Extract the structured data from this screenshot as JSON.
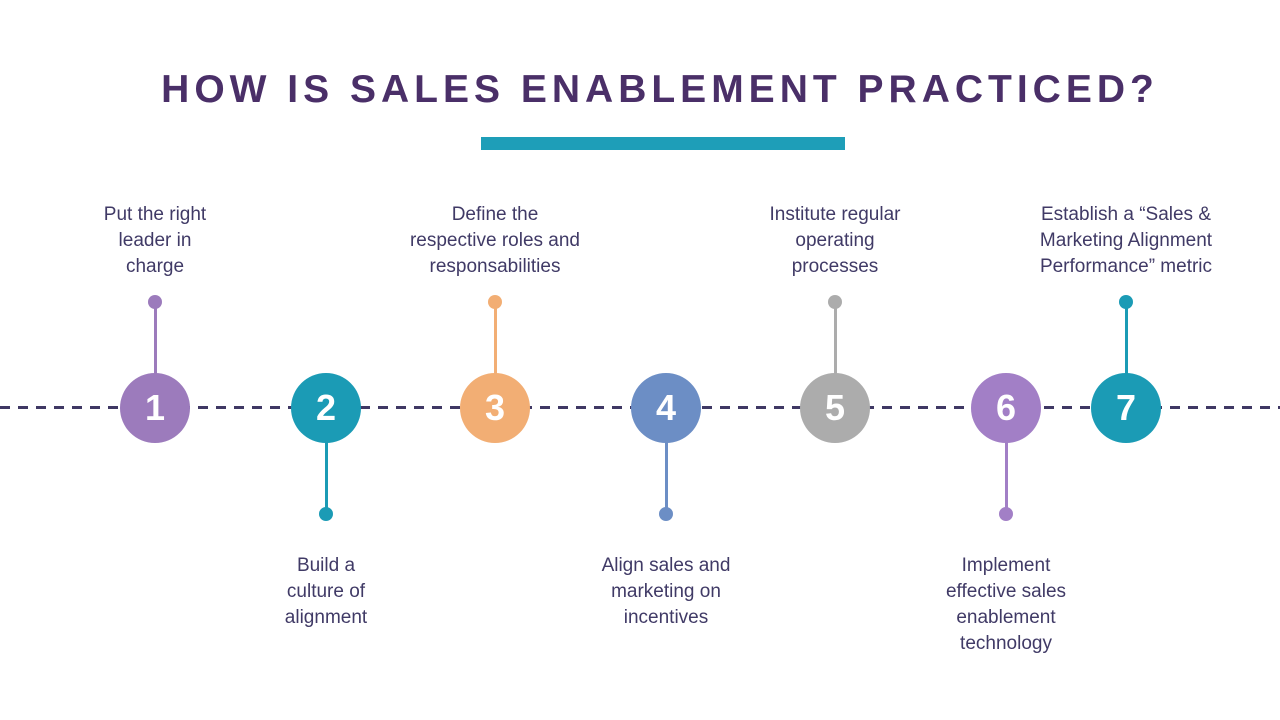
{
  "title": "HOW IS SALES ENABLEMENT PRACTICED?",
  "theme": {
    "background": "#FFFFFF",
    "title": "#4A2F68",
    "underline": "#1E9EB8",
    "text": "#403A66",
    "dash": "#3F3864"
  },
  "steps": [
    {
      "number": "1",
      "label": "Put the right\nleader in\ncharge",
      "color": "#9C7BBC",
      "position": "above"
    },
    {
      "number": "2",
      "label": "Build a\nculture of\nalignment",
      "color": "#1B9BB5",
      "position": "below"
    },
    {
      "number": "3",
      "label": "Define the\nrespective roles and\nresponsabilities",
      "color": "#F2AE74",
      "position": "above"
    },
    {
      "number": "4",
      "label": "Align sales and\nmarketing on\nincentives",
      "color": "#6C8EC5",
      "position": "below"
    },
    {
      "number": "5",
      "label": "Institute regular\noperating\nprocesses",
      "color": "#ACACAC",
      "position": "above"
    },
    {
      "number": "6",
      "label": "Implement\neffective sales\nenablement\ntechnology",
      "color": "#A27FC6",
      "position": "below"
    },
    {
      "number": "7",
      "label": "Establish a “Sales &\nMarketing Alignment\nPerformance” metric",
      "color": "#1B9BB5",
      "position": "above"
    }
  ]
}
